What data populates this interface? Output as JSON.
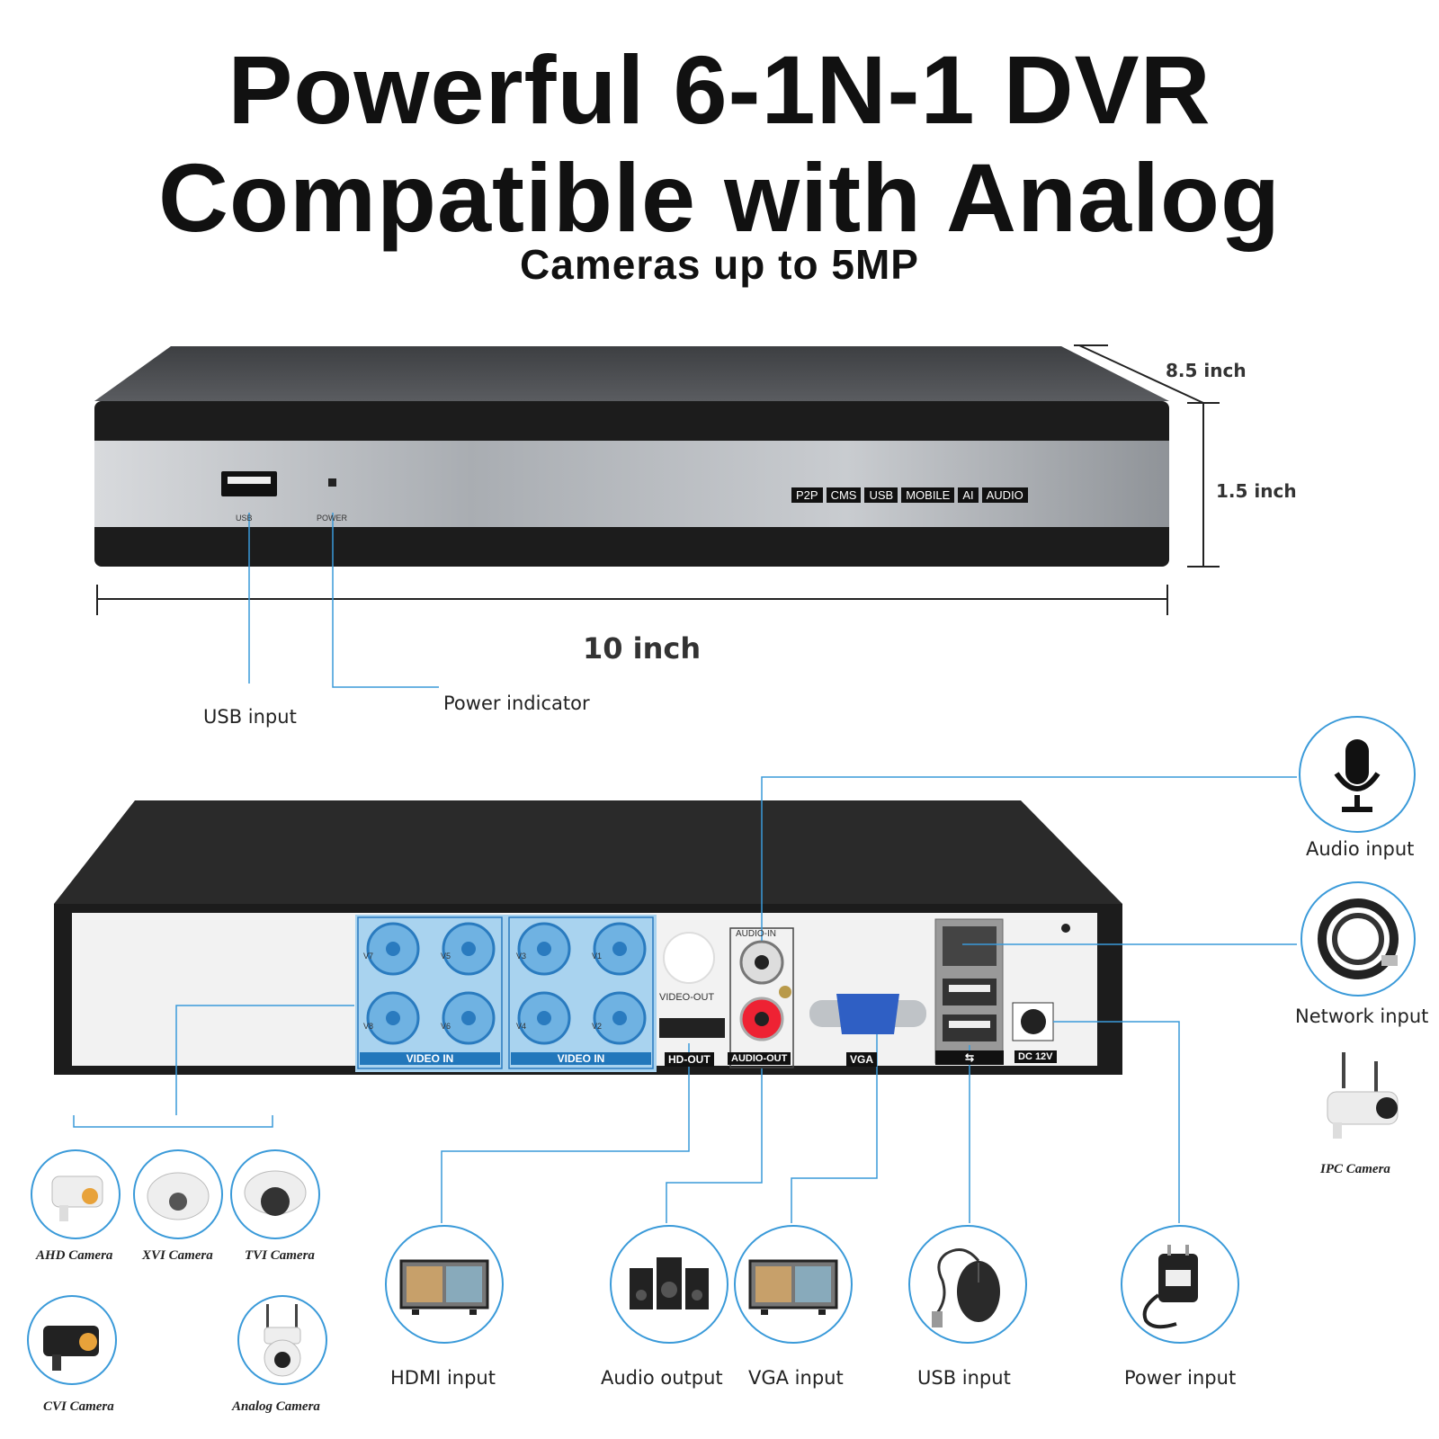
{
  "heading": {
    "line1": "Powerful 6-1N-1 DVR",
    "line2": "Compatible with Analog",
    "line3": "Cameras up to 5MP"
  },
  "front": {
    "usb_port_label": "USB",
    "power_label": "POWER",
    "badges": [
      "P2P",
      "CMS",
      "USB",
      "MOBILE",
      "AI",
      "AUDIO"
    ],
    "callout_usb": "USB input",
    "callout_power": "Power indicator"
  },
  "dimensions": {
    "depth": "8.5 inch",
    "height": "1.5 inch",
    "width": "10 inch"
  },
  "rear": {
    "channels": [
      "V7",
      "V5",
      "V3",
      "V1",
      "V8",
      "V6",
      "V4",
      "V2"
    ],
    "video_in_label": "VIDEO IN",
    "video_out_label": "VIDEO-OUT",
    "audio_in_label": "AUDIO-IN",
    "audio_out_label": "AUDIO-OUT",
    "hd_out_label": "HD-OUT",
    "vga_label": "VGA",
    "dc_label": "DC 12V"
  },
  "accessories": {
    "audio_input": "Audio input",
    "network_input": "Network input",
    "ipc_camera": "IPC Camera",
    "hdmi_input": "HDMI input",
    "audio_output": "Audio output",
    "vga_input": "VGA input",
    "usb_input": "USB input",
    "power_input": "Power input"
  },
  "cameras": {
    "ahd": "AHD Camera",
    "xvi": "XVI Camera",
    "tvi": "TVI Camera",
    "cvi": "CVI Camera",
    "analog": "Analog Camera"
  },
  "colors": {
    "accent_blue": "#3a9ad9",
    "video_in_panel": "#a9d3ef",
    "body_dark": "#1e1e1e"
  }
}
